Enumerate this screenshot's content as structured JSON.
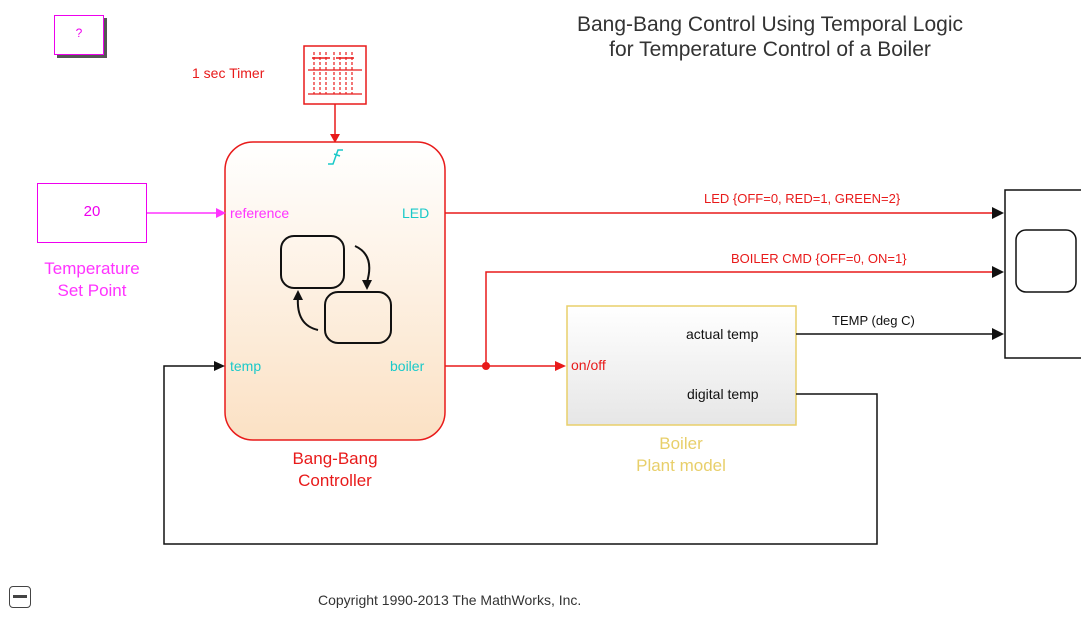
{
  "title": {
    "line1": "Bang-Bang Control Using Temporal Logic",
    "line2": "for Temperature Control of a Boiler"
  },
  "help_button": {
    "label": "?"
  },
  "timer": {
    "label": "1 sec Timer"
  },
  "setpoint": {
    "value": "20",
    "caption_line1": "Temperature",
    "caption_line2": "Set Point"
  },
  "controller": {
    "inputs": {
      "reference": "reference",
      "temp": "temp"
    },
    "outputs": {
      "led": "LED",
      "boiler": "boiler"
    },
    "caption_line1": "Bang-Bang",
    "caption_line2": "Controller"
  },
  "plant": {
    "input": "on/off",
    "outputs": {
      "actual": "actual temp",
      "digital": "digital temp"
    },
    "caption_line1": "Boiler",
    "caption_line2": "Plant model"
  },
  "signals": {
    "led": "LED {OFF=0, RED=1, GREEN=2}",
    "boiler_cmd": "BOILER CMD {OFF=0, ON=1}",
    "temp": "TEMP (deg C)"
  },
  "copyright": "Copyright 1990-2013 The MathWorks, Inc.",
  "colors": {
    "signal_red": "#e81a1a",
    "magenta": "#ff33ff",
    "cyan": "#1ac9c9",
    "plant_yellow": "#e8cf6a",
    "black": "#111111"
  }
}
